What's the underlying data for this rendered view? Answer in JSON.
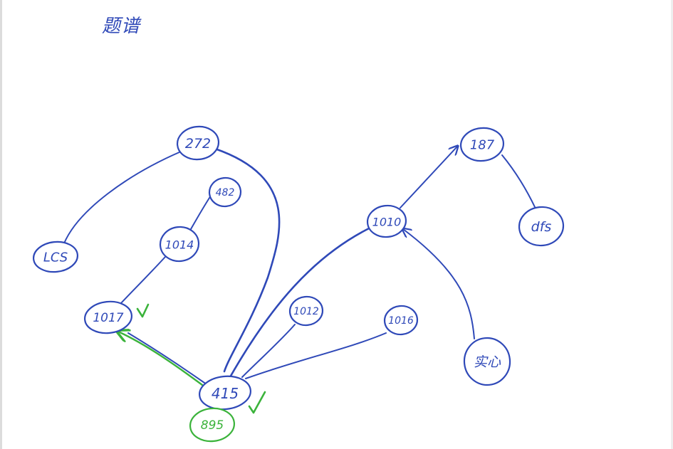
{
  "title": "题谱",
  "colors": {
    "ink": "#2f49b8",
    "accent": "#3bb33b"
  },
  "nodes": [
    {
      "id": "n272",
      "label": "272"
    },
    {
      "id": "nLCS",
      "label": "LCS"
    },
    {
      "id": "n482",
      "label": "482"
    },
    {
      "id": "n1014",
      "label": "1014"
    },
    {
      "id": "n1017",
      "label": "1017"
    },
    {
      "id": "n1012",
      "label": "1012"
    },
    {
      "id": "n1016",
      "label": "1016"
    },
    {
      "id": "n415",
      "label": "415"
    },
    {
      "id": "n895",
      "label": "895"
    },
    {
      "id": "n187",
      "label": "187"
    },
    {
      "id": "n1010",
      "label": "1010"
    },
    {
      "id": "ndfs",
      "label": "dfs"
    },
    {
      "id": "nshixin",
      "label": "实心"
    }
  ],
  "edges": [
    {
      "from": "n272",
      "to": "nLCS"
    },
    {
      "from": "n272",
      "to": "n415"
    },
    {
      "from": "n482",
      "to": "n1014"
    },
    {
      "from": "n1014",
      "to": "n1017"
    },
    {
      "from": "n415",
      "to": "n1017"
    },
    {
      "from": "n415",
      "to": "n1017",
      "highlighted": true,
      "arrow": true
    },
    {
      "from": "n415",
      "to": "n1010"
    },
    {
      "from": "n415",
      "to": "n1012"
    },
    {
      "from": "n415",
      "to": "n1016"
    },
    {
      "from": "n1010",
      "to": "n187",
      "arrow": true
    },
    {
      "from": "n187",
      "to": "ndfs"
    },
    {
      "from": "nshixin",
      "to": "n1010",
      "arrow": true
    }
  ],
  "checked": [
    "n1017",
    "n415"
  ],
  "highlighted_nodes": [
    "n895"
  ]
}
